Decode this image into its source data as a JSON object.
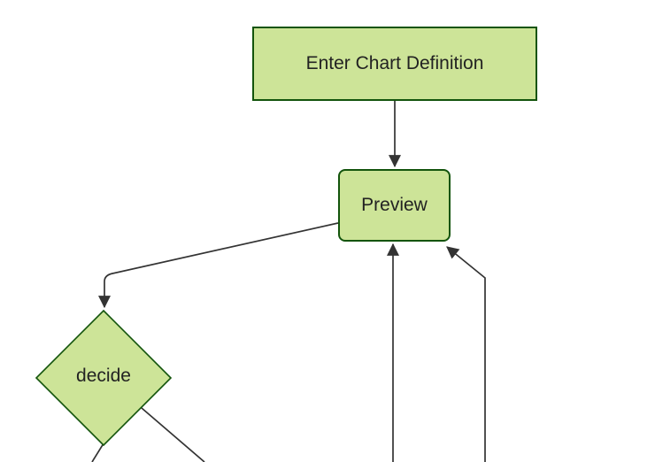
{
  "diagram": {
    "type": "flowchart",
    "direction": "top-down",
    "nodes": {
      "enter_chart_definition": {
        "label": "Enter Chart Definition",
        "shape": "rectangle"
      },
      "preview": {
        "label": "Preview",
        "shape": "rounded-rectangle"
      },
      "decide": {
        "label": "decide",
        "shape": "diamond"
      }
    },
    "edges": [
      {
        "from": "enter_chart_definition",
        "to": "preview",
        "arrowhead": true
      },
      {
        "from": "preview",
        "to": "decide",
        "arrowhead": true
      },
      {
        "from": "offscreen_bottom_left",
        "to": "preview",
        "arrowhead": true
      },
      {
        "from": "offscreen_bottom_right",
        "to": "preview",
        "arrowhead": true
      },
      {
        "from": "decide",
        "to": "offscreen_bottom_left",
        "arrowhead": false
      },
      {
        "from": "decide",
        "to": "offscreen_bottom_right",
        "arrowhead": false
      }
    ],
    "colors": {
      "node_fill": "#cde498",
      "node_border": "#13540c",
      "edge": "#333333",
      "label_text": "#222222",
      "background": "#ffffff"
    }
  }
}
